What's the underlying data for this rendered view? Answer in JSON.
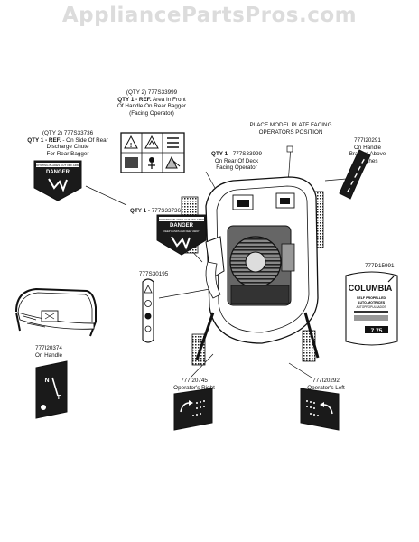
{
  "watermark": "AppliancePartsPros.com",
  "labels": {
    "l1": {
      "qty": "(QTY 2) 777S33736",
      "line2_bold": "QTY 1 - REF.",
      "line2_rest": " - On Side Of Rear",
      "line3": "Discharge Chute",
      "line4": "For Rear Bagger"
    },
    "l2": {
      "qty": "(QTY 2) 777S33999",
      "line2_bold": "QTY 1 - REF.",
      "line2_rest": " Area In Front",
      "line3": "Of Handle On Rear Bagger",
      "line4": "(Facing Operator)"
    },
    "l3": {
      "line1_bold": "QTY 1",
      "line1_rest": " - 777S33999",
      "line2": "On Rear Of Deck",
      "line3": "Facing Operator"
    },
    "l4": {
      "line1": "PLACE MODEL PLATE FACING",
      "line2": "OPERATORS POSITION"
    },
    "l5": {
      "line1": "777I20291",
      "line2": "On Handle",
      "line3": "Bracket Above",
      "line4": "Notches"
    },
    "l6": {
      "line1_bold": "QTY 1",
      "line1_rest": " - 777S33736"
    },
    "l7": {
      "line1": "777S30195"
    },
    "l8": {
      "line1": "777D15991"
    },
    "l9": {
      "line1": "777I20374",
      "line2": "On Handle"
    },
    "l10": {
      "line1": "777I20745",
      "line2": "Operator's Right"
    },
    "l11": {
      "line1": "777I20292",
      "line2": "Operator's Left"
    }
  },
  "decals": {
    "danger_word": "DANGER",
    "danger_top_text": "ROTATING BLADES CUT OFF ARMS",
    "danger_bottom_text": "KEEP HANDS AND FEET AWAY",
    "columbia_brand": "COLUMBIA",
    "columbia_line1": "SELF PROPELLED",
    "columbia_line2": "AUTO-MOTRICES",
    "columbia_line3": "AUTOPROPULSADOS",
    "columbia_cc": "7.75",
    "throttle_marks": [
      "N",
      "F"
    ]
  }
}
